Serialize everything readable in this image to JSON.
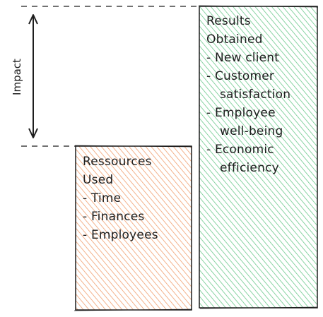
{
  "impact": {
    "label": "Impact"
  },
  "resources_box": {
    "title_line1": "Ressources",
    "title_line2": "Used",
    "items": [
      "- Time",
      "- Finances",
      "- Employees"
    ],
    "fill_color": "#f4a460",
    "stroke_color": "#1e1e1e"
  },
  "results_box": {
    "title_line1": "Results",
    "title_line2": "Obtained",
    "lines": [
      "- New client",
      "- Customer",
      "  satisfaction",
      "- Employee",
      "  well-being",
      "- Economic",
      "  efficiency"
    ],
    "fill_color": "#5cc47a",
    "stroke_color": "#1e1e1e"
  },
  "colors": {
    "line": "#1e1e1e",
    "background": "#ffffff"
  }
}
